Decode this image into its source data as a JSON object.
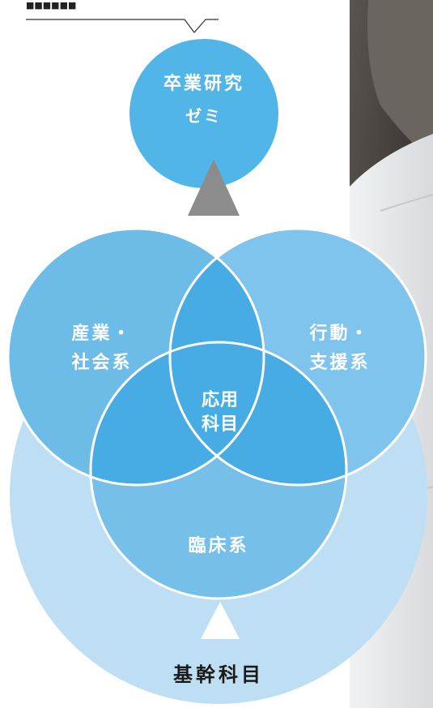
{
  "header": {
    "caption_glyphs": "■■■■■■"
  },
  "diagram": {
    "top_circle": {
      "line1": "卒業研究",
      "line2": "ゼミ"
    },
    "left_circle": {
      "line1": "産業・",
      "line2": "社会系"
    },
    "right_circle": {
      "line1": "行動・",
      "line2": "支援系"
    },
    "center": {
      "line1": "応用",
      "line2": "科目"
    },
    "bottom_circle": {
      "label": "臨床系"
    },
    "base_circle": {
      "label": "基幹科目"
    }
  },
  "colors": {
    "top_circle": "#52b5e8",
    "left_circle": "#6dbce8",
    "right_circle": "#7fc4ec",
    "bottom_circle": "#76bfe9",
    "overlap": "#47ace3",
    "base_circle": "#bedff3",
    "triangle_gray": "#8c8c8c",
    "photo_dark": "#3a3a3a",
    "photo_light": "#e6e8ea"
  }
}
